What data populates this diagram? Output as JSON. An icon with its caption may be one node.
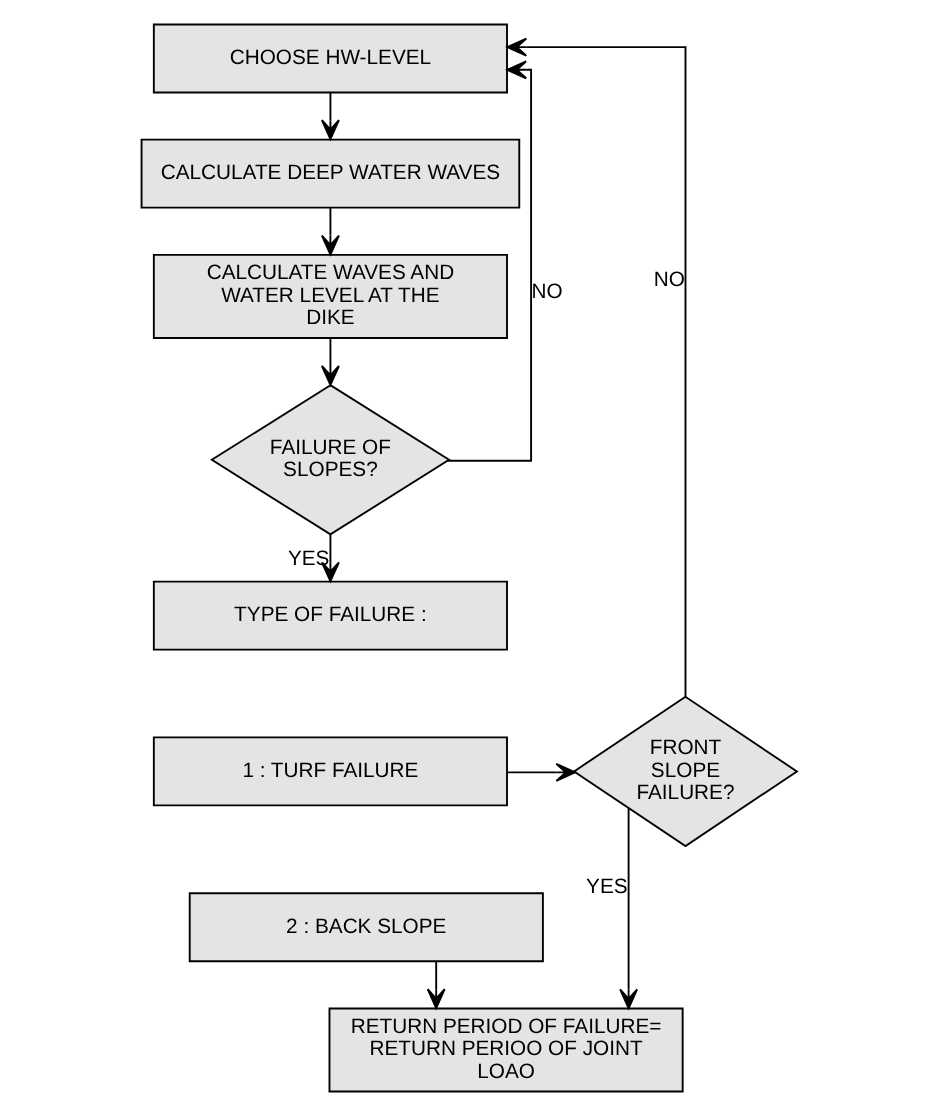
{
  "diagram": {
    "nodes": [
      {
        "text": [
          "CHOOSE HW-LEVEL"
        ]
      },
      {
        "text": [
          "CALCULATE DEEP WATER WAVES"
        ]
      },
      {
        "text": [
          "CALCULATE WAVES AND WATER LEVEL AT THE DIKE"
        ]
      },
      {
        "text": [
          "FAILURE OF SLOPES?"
        ]
      },
      {
        "text": [
          "TYPE OF FAILURE :"
        ]
      },
      {
        "text": [
          "1 : TURF FAILURE"
        ]
      },
      {
        "text": [
          "2 : BACK SLOPE"
        ]
      },
      {
        "text": [
          "FRONT SLOPE FAILURE?"
        ]
      },
      {
        "text": [
          "RETURN PERIOD OF FAILURE= RETURN PERIOO OF JOINT LOAO"
        ]
      }
    ],
    "edges": [
      {
        "from": 0,
        "to": 1,
        "arrow": "to"
      },
      {
        "from": 1,
        "to": 2,
        "arrow": "to"
      },
      {
        "from": 2,
        "to": 3,
        "arrow": "to"
      },
      {
        "from": 3,
        "to": 0,
        "label": "NO",
        "arrow": "to"
      },
      {
        "from": 3,
        "to": 4,
        "label": "YES",
        "arrow": "to"
      },
      {
        "from": 5,
        "to": 7,
        "arrow": "to"
      },
      {
        "from": 7,
        "to": 0,
        "label": "NO",
        "arrow": "to"
      },
      {
        "from": 6,
        "to": 8,
        "arrow": "to"
      },
      {
        "from": 7,
        "to": 8,
        "label": "YES",
        "arrow": "to"
      }
    ]
  }
}
